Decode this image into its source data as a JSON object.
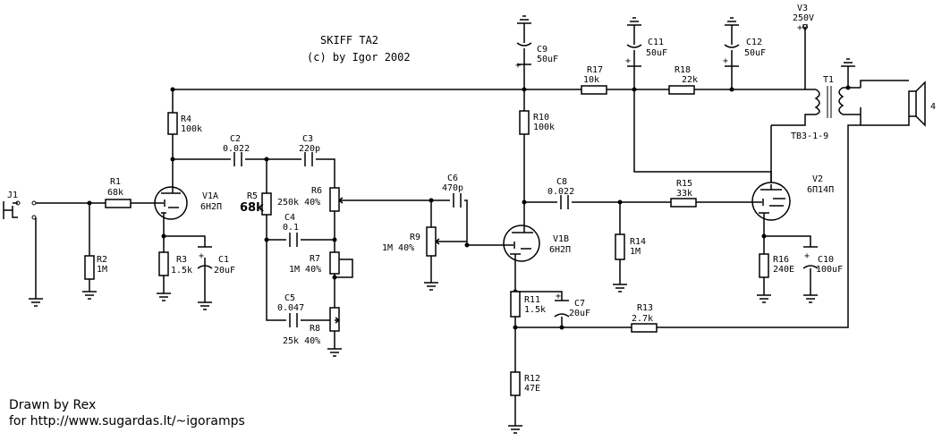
{
  "header": {
    "title": "SKIFF TA2",
    "copyright": "(c) by Igor 2002"
  },
  "credits": {
    "line1": "Drawn by Rex",
    "line2": "for http://www.sugardas.lt/~igoramps"
  },
  "parts": {
    "J1": "J1",
    "R1": {
      "ref": "R1",
      "value": "68k"
    },
    "R2": {
      "ref": "R2",
      "value": "1M"
    },
    "R3": {
      "ref": "R3",
      "value": "1.5k"
    },
    "R4": {
      "ref": "R4",
      "value": "100k"
    },
    "R5": {
      "ref": "R5",
      "value": "68k"
    },
    "R6": {
      "ref": "R6",
      "value": "250k 40%"
    },
    "R7": {
      "ref": "R7",
      "value": "1M 40%"
    },
    "R8": {
      "ref": "R8",
      "value": "25k 40%"
    },
    "R9": {
      "ref": "R9",
      "value": "1M 40%"
    },
    "R10": {
      "ref": "R10",
      "value": "100k"
    },
    "R11": {
      "ref": "R11",
      "value": "1.5k"
    },
    "R12": {
      "ref": "R12",
      "value": "47E"
    },
    "R13": {
      "ref": "R13",
      "value": "2.7k"
    },
    "R14": {
      "ref": "R14",
      "value": "1M"
    },
    "R15": {
      "ref": "R15",
      "value": "33k"
    },
    "R16": {
      "ref": "R16",
      "value": "240E"
    },
    "R17": {
      "ref": "R17",
      "value": "10k"
    },
    "R18": {
      "ref": "R18",
      "value": "22k"
    },
    "C1": {
      "ref": "C1",
      "value": "20uF"
    },
    "C2": {
      "ref": "C2",
      "value": "0.022"
    },
    "C3": {
      "ref": "C3",
      "value": "220p"
    },
    "C4": {
      "ref": "C4",
      "value": "0.1"
    },
    "C5": {
      "ref": "C5",
      "value": "0.047"
    },
    "C6": {
      "ref": "C6",
      "value": "470p"
    },
    "C7": {
      "ref": "C7",
      "value": "20uF"
    },
    "C8": {
      "ref": "C8",
      "value": "0.022"
    },
    "C9": {
      "ref": "C9",
      "value": "50uF"
    },
    "C10": {
      "ref": "C10",
      "value": "100uF"
    },
    "C11": {
      "ref": "C11",
      "value": "50uF"
    },
    "C12": {
      "ref": "C12",
      "value": "50uF"
    },
    "V1A": {
      "ref": "V1A",
      "value": "6H2П"
    },
    "V1B": {
      "ref": "V1B",
      "value": "6H2П"
    },
    "V2": {
      "ref": "V2",
      "value": "6П14П"
    },
    "V3": {
      "ref": "V3",
      "value": "250V",
      "rail": "+V"
    },
    "T1": {
      "ref": "T1",
      "value": "TB3-1-9"
    },
    "speaker": "4"
  }
}
